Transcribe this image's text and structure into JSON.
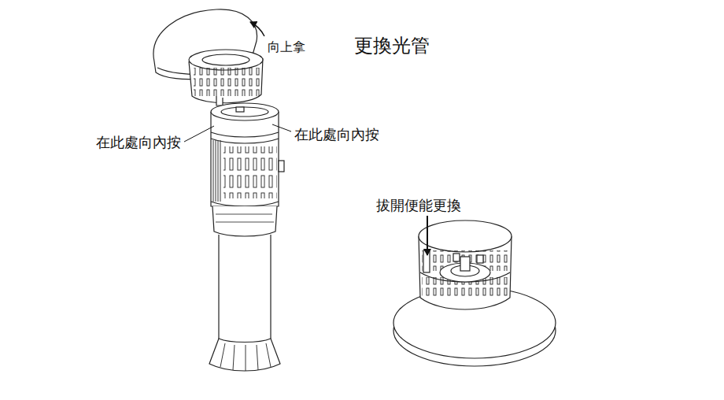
{
  "diagram": {
    "title": "更換光管",
    "labels": [
      "向上拿",
      "在此處向內按",
      "在此處向內按",
      "拔開便能更換"
    ]
  }
}
